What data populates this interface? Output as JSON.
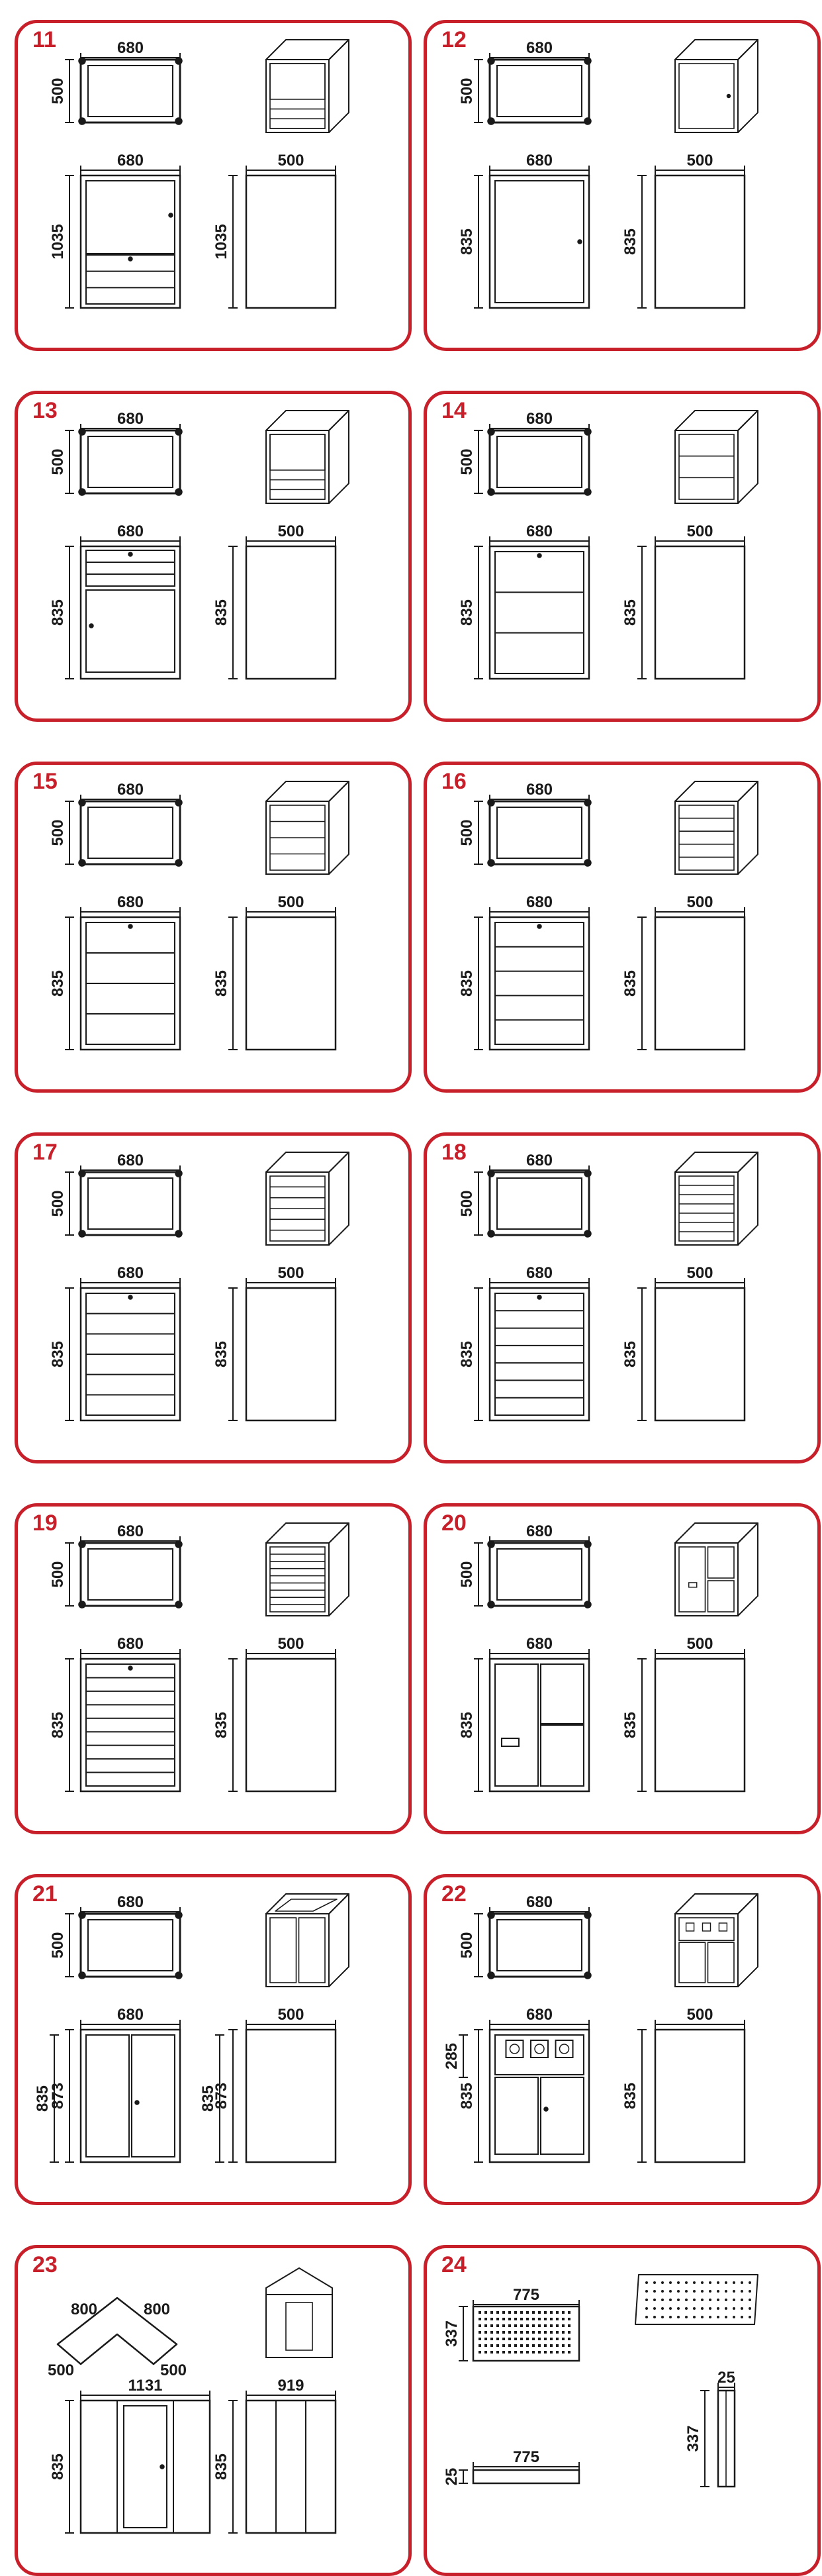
{
  "accent_color": "#c8202b",
  "cards": [
    {
      "number": "11",
      "top": {
        "w": "680",
        "d": "500"
      },
      "front": {
        "w": "680",
        "h": "1035"
      },
      "side": {
        "w": "500",
        "h": "1035"
      }
    },
    {
      "number": "12",
      "top": {
        "w": "680",
        "d": "500"
      },
      "front": {
        "w": "680",
        "h": "835"
      },
      "side": {
        "w": "500",
        "h": "835"
      }
    },
    {
      "number": "13",
      "top": {
        "w": "680",
        "d": "500"
      },
      "front": {
        "w": "680",
        "h": "835"
      },
      "side": {
        "w": "500",
        "h": "835"
      }
    },
    {
      "number": "14",
      "top": {
        "w": "680",
        "d": "500"
      },
      "front": {
        "w": "680",
        "h": "835"
      },
      "side": {
        "w": "500",
        "h": "835"
      }
    },
    {
      "number": "15",
      "top": {
        "w": "680",
        "d": "500"
      },
      "front": {
        "w": "680",
        "h": "835"
      },
      "side": {
        "w": "500",
        "h": "835"
      }
    },
    {
      "number": "16",
      "top": {
        "w": "680",
        "d": "500"
      },
      "front": {
        "w": "680",
        "h": "835"
      },
      "side": {
        "w": "500",
        "h": "835"
      }
    },
    {
      "number": "17",
      "top": {
        "w": "680",
        "d": "500"
      },
      "front": {
        "w": "680",
        "h": "835"
      },
      "side": {
        "w": "500",
        "h": "835"
      }
    },
    {
      "number": "18",
      "top": {
        "w": "680",
        "d": "500"
      },
      "front": {
        "w": "680",
        "h": "835"
      },
      "side": {
        "w": "500",
        "h": "835"
      }
    },
    {
      "number": "19",
      "top": {
        "w": "680",
        "d": "500"
      },
      "front": {
        "w": "680",
        "h": "835"
      },
      "side": {
        "w": "500",
        "h": "835"
      }
    },
    {
      "number": "20",
      "top": {
        "w": "680",
        "d": "500"
      },
      "front": {
        "w": "680",
        "h": "835"
      },
      "side": {
        "w": "500",
        "h": "835"
      }
    },
    {
      "number": "21",
      "top": {
        "w": "680",
        "d": "500"
      },
      "front": {
        "w": "680",
        "h": "873",
        "h2": "835"
      },
      "side": {
        "w": "500",
        "h": "873",
        "h2": "835"
      }
    },
    {
      "number": "22",
      "top": {
        "w": "680",
        "d": "500"
      },
      "front": {
        "w": "680",
        "h": "835",
        "h2": "285"
      },
      "side": {
        "w": "500",
        "h": "835"
      }
    },
    {
      "number": "23",
      "top": {
        "a": "800",
        "b": "800",
        "c": "500",
        "d": "500"
      },
      "front": {
        "w": "1131",
        "h": "835"
      },
      "side": {
        "w": "919",
        "h": "835"
      }
    },
    {
      "number": "24",
      "top": {
        "w": "775",
        "d": "337"
      },
      "front": {
        "w": "775",
        "h": "25"
      },
      "side": {
        "w": "25",
        "h": "337"
      }
    }
  ]
}
